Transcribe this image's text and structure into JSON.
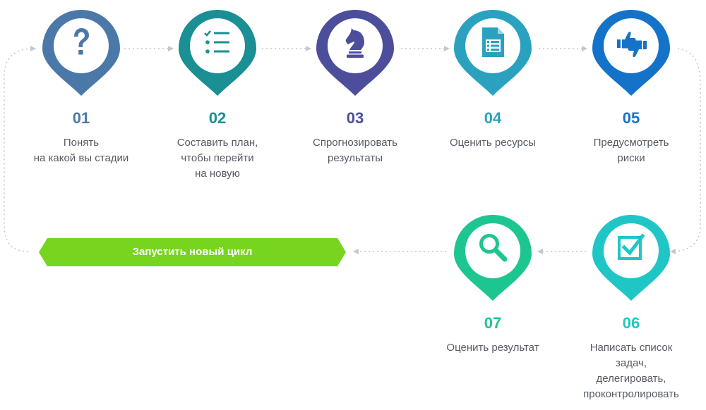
{
  "steps": [
    {
      "number": "01",
      "lines": [
        "Понять",
        "на какой вы стадии"
      ],
      "icon": "question-icon",
      "color": "#4a79a9"
    },
    {
      "number": "02",
      "lines": [
        "Составить план,",
        "чтобы перейти",
        "на новую"
      ],
      "icon": "checklist-icon",
      "color": "#1a8f94"
    },
    {
      "number": "03",
      "lines": [
        "Спрогнозировать",
        "результаты"
      ],
      "icon": "chess-knight-icon",
      "color": "#4c4e9c"
    },
    {
      "number": "04",
      "lines": [
        "Оценить ресурсы"
      ],
      "icon": "document-icon",
      "color": "#2aa2bf"
    },
    {
      "number": "05",
      "lines": [
        "Предусмотреть",
        "риски"
      ],
      "icon": "thumbs-icon",
      "color": "#1473c8"
    },
    {
      "number": "06",
      "lines": [
        "Написать список",
        "задач,",
        "делегировать,",
        "проконтролировать"
      ],
      "icon": "checkbox-icon",
      "color": "#20c6c6"
    },
    {
      "number": "07",
      "lines": [
        "Оценить результат"
      ],
      "icon": "magnifier-icon",
      "color": "#1dc690"
    }
  ],
  "cycle": {
    "label": "Запустить новый цикл",
    "color": "#77d41f"
  }
}
